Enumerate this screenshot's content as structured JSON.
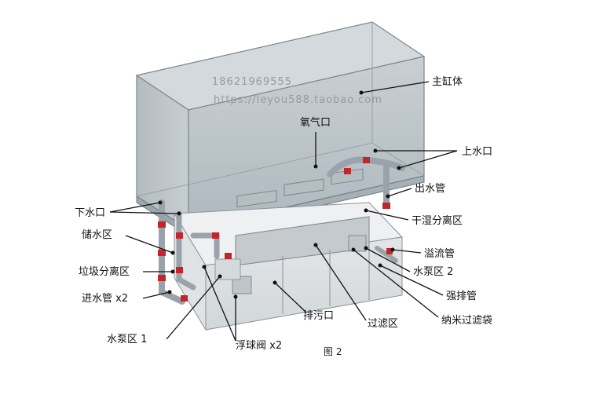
{
  "watermark": {
    "phone": "18621969555",
    "url": "https://leyou588.taobao.com"
  },
  "figure_caption": "图 2",
  "labels": {
    "main_tank": "主缸体",
    "oxygen_port": "氧气口",
    "upper_water_port": "上水口",
    "outlet_pipe": "出水管",
    "dry_wet_separation": "干湿分离区",
    "lower_water_port": "下水口",
    "water_storage": "储水区",
    "garbage_separation": "垃圾分离区",
    "inlet_pipe": "进水管 x2",
    "pump_zone_1": "水泵区 1",
    "float_valve": "浮球阀 x2",
    "drain_port": "排污口",
    "filter_zone": "过滤区",
    "nano_filter_bag": "纳米过滤袋",
    "forced_drain_pipe": "强排管",
    "pump_zone_2": "水泵区 2",
    "overflow_pipe": "溢流管"
  },
  "colors": {
    "tank_glass": "#b9c2c8",
    "tank_edge": "#7d878d",
    "pipe": "#9aa3a9",
    "fitting_red": "#c2252c",
    "text": "#111111"
  }
}
